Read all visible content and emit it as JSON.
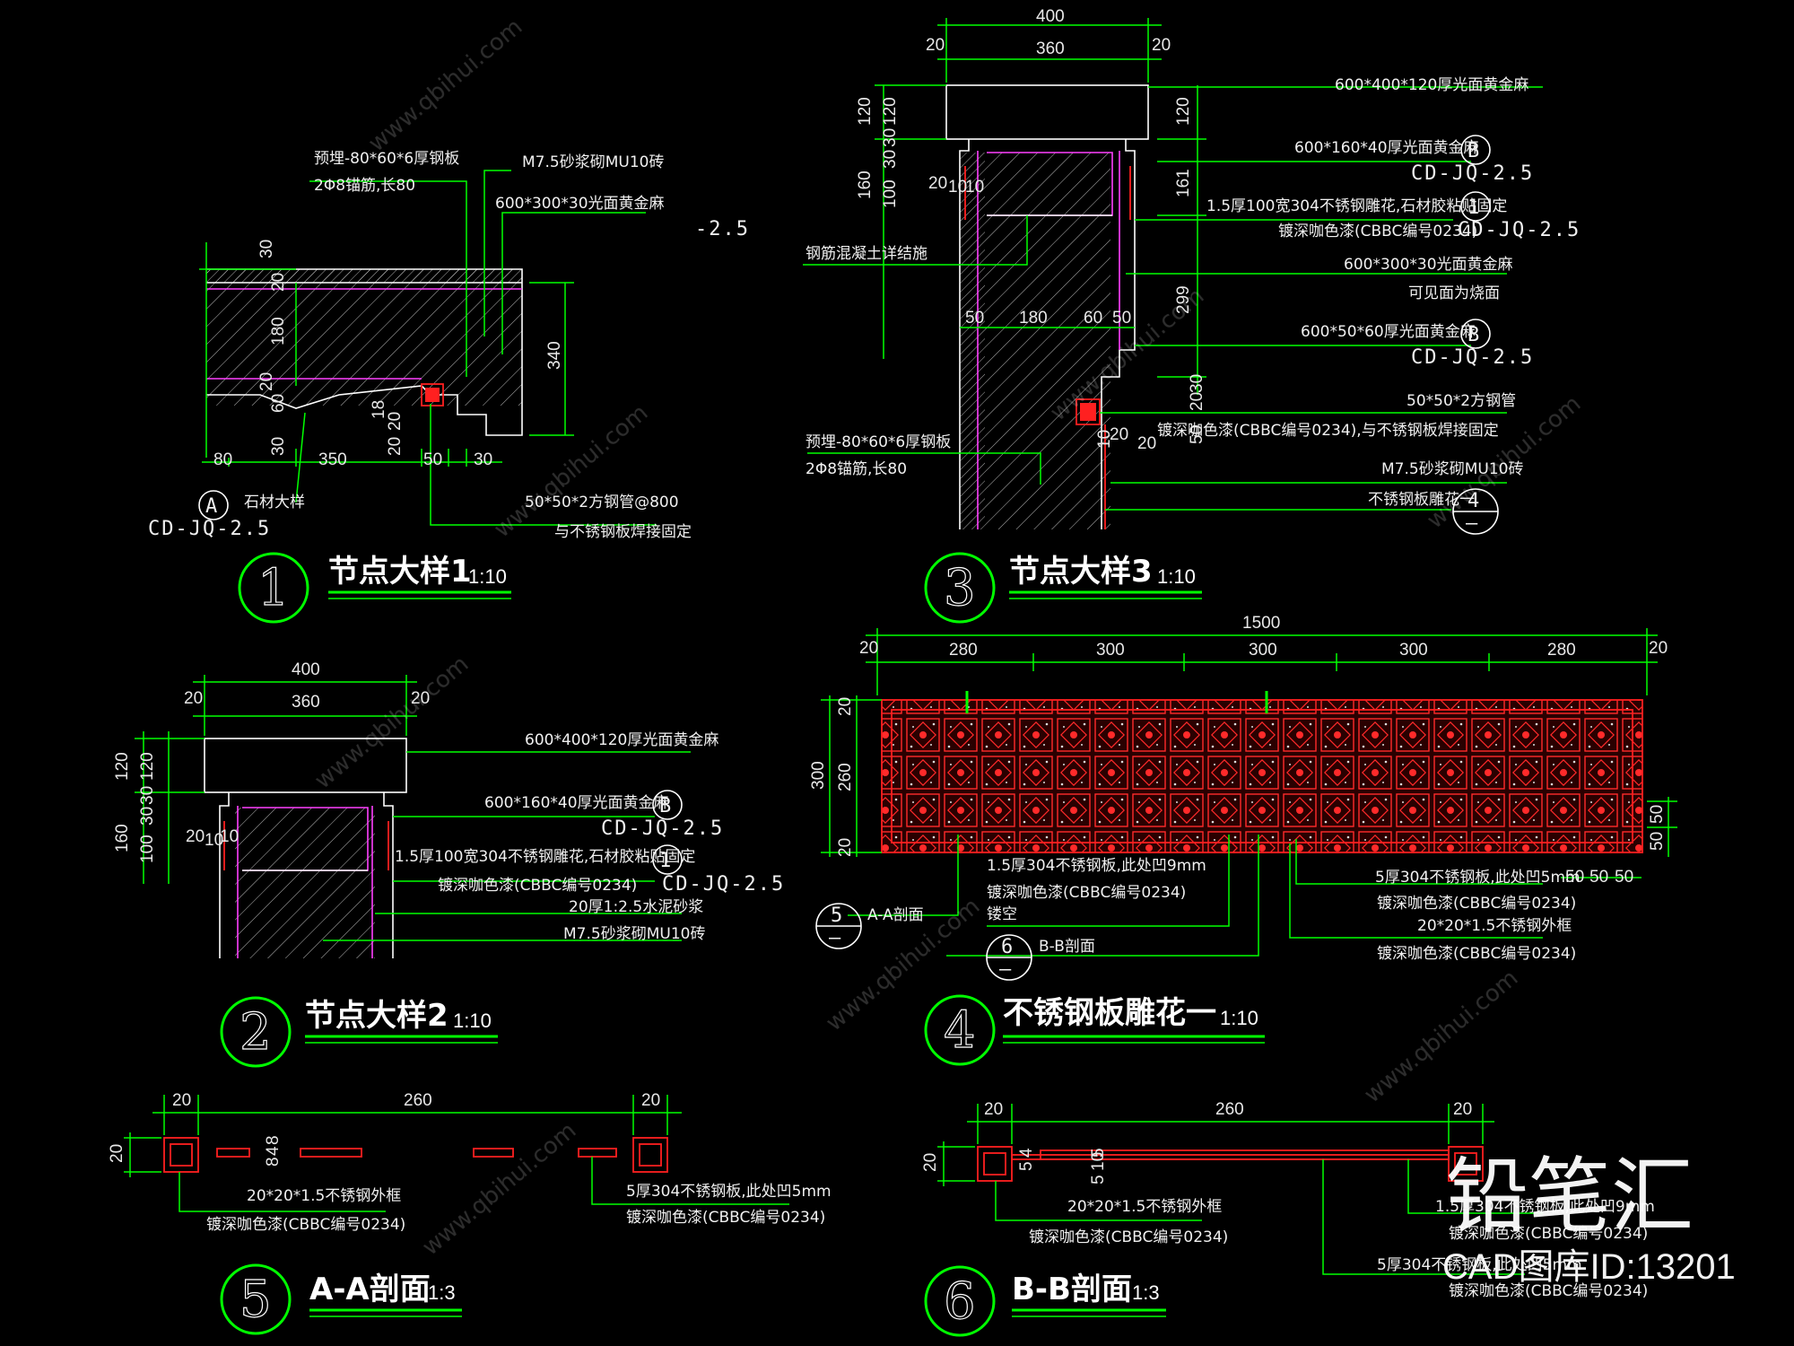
{
  "watermark": {
    "brand": "铅笔汇",
    "caption": "CAD图库ID:13201",
    "site": "www.qbihui.com"
  },
  "refs": {
    "cd_jq": "CD-JQ-2.5",
    "partial": "-2.5",
    "ref_a": "A",
    "ref_b": "B",
    "ref_1": "1",
    "ref_4": "4",
    "ref_5": "5",
    "ref_6": "6",
    "dash": "—"
  },
  "detail1": {
    "num": "1",
    "title": "节点大样1",
    "scale": "1:10",
    "notes": [
      "预埋-80*60*6厚钢板",
      "2Φ8锚筋,长80",
      "M7.5砂浆砌MU10砖",
      "600*300*30光面黄金麻",
      "石材大样",
      "50*50*2方钢管@800",
      "与不锈钢板焊接固定"
    ],
    "dims": [
      "30",
      "20",
      "180",
      "20",
      "60",
      "30",
      "340",
      "18",
      "20",
      "20",
      "80",
      "350",
      "50",
      "30"
    ]
  },
  "detail2": {
    "num": "2",
    "title": "节点大样2",
    "scale": "1:10",
    "notes": [
      "600*400*120厚光面黄金麻",
      "600*160*40厚光面黄金麻",
      "1.5厚100宽304不锈钢雕花,石材胶粘贴固定",
      "镀深咖色漆(CBBC编号0234)",
      "20厚1:2.5水泥砂浆",
      "M7.5砂浆砌MU10砖"
    ],
    "dims": [
      "400",
      "20",
      "360",
      "20",
      "120",
      "120",
      "160",
      "100",
      "30",
      "30",
      "20",
      "10",
      "10"
    ]
  },
  "detail3": {
    "num": "3",
    "title": "节点大样3",
    "scale": "1:10",
    "notes": [
      "600*400*120厚光面黄金麻",
      "600*160*40厚光面黄金麻",
      "1.5厚100宽304不锈钢雕花,石材胶粘贴固定",
      "镀深咖色漆(CBBC编号0234)",
      "600*300*30光面黄金麻",
      "可见面为烧面",
      "600*50*60厚光面黄金麻",
      "50*50*2方钢管",
      "镀深咖色漆(CBBC编号0234),与不锈钢板焊接固定",
      "M7.5砂浆砌MU10砖",
      "不锈钢板雕花一",
      "钢筋混凝土详结施",
      "预埋-80*60*6厚钢板",
      "2Φ8锚筋,长80"
    ],
    "dims": [
      "400",
      "20",
      "360",
      "20",
      "120",
      "120",
      "160",
      "100",
      "30",
      "30",
      "20",
      "10",
      "10",
      "161",
      "120",
      "299",
      "30",
      "20",
      "50",
      "50",
      "180",
      "60",
      "50",
      "20",
      "10",
      "20"
    ]
  },
  "detail4": {
    "num": "4",
    "title": "不锈钢板雕花一",
    "scale": "1:10",
    "notes": [
      "1.5厚304不锈钢板,此处凹9mm",
      "镀深咖色漆(CBBC编号0234)",
      "镂空",
      "5厚304不锈钢板,此处凹5mm",
      "镀深咖色漆(CBBC编号0234)",
      "20*20*1.5不锈钢外框",
      "镀深咖色漆(CBBC编号0234)",
      "A-A剖面",
      "B-B剖面"
    ],
    "dims": [
      "1500",
      "20",
      "280",
      "300",
      "300",
      "300",
      "280",
      "20",
      "20",
      "260",
      "20",
      "300",
      "50",
      "50",
      "50",
      "50",
      "50"
    ]
  },
  "detail5": {
    "num": "5",
    "title": "A-A剖面",
    "scale": "1:3",
    "notes": [
      "20*20*1.5不锈钢外框",
      "镀深咖色漆(CBBC编号0234)",
      "5厚304不锈钢板,此处凹5mm",
      "镀深咖色漆(CBBC编号0234)"
    ],
    "dims": [
      "20",
      "260",
      "20",
      "20",
      "8",
      "4",
      "8"
    ]
  },
  "detail6": {
    "num": "6",
    "title": "B-B剖面",
    "scale": "1:3",
    "notes": [
      "20*20*1.5不锈钢外框",
      "镀深咖色漆(CBBC编号0234)",
      "1.5厚304不锈钢板,此处凹9mm",
      "镀深咖色漆(CBBC编号0234)",
      "5厚304不锈钢板,此处凹5mm",
      "镀深咖色漆(CBBC编号0234)"
    ],
    "dims": [
      "20",
      "260",
      "20",
      "20",
      "4",
      "5",
      "5",
      "10",
      "5"
    ]
  }
}
